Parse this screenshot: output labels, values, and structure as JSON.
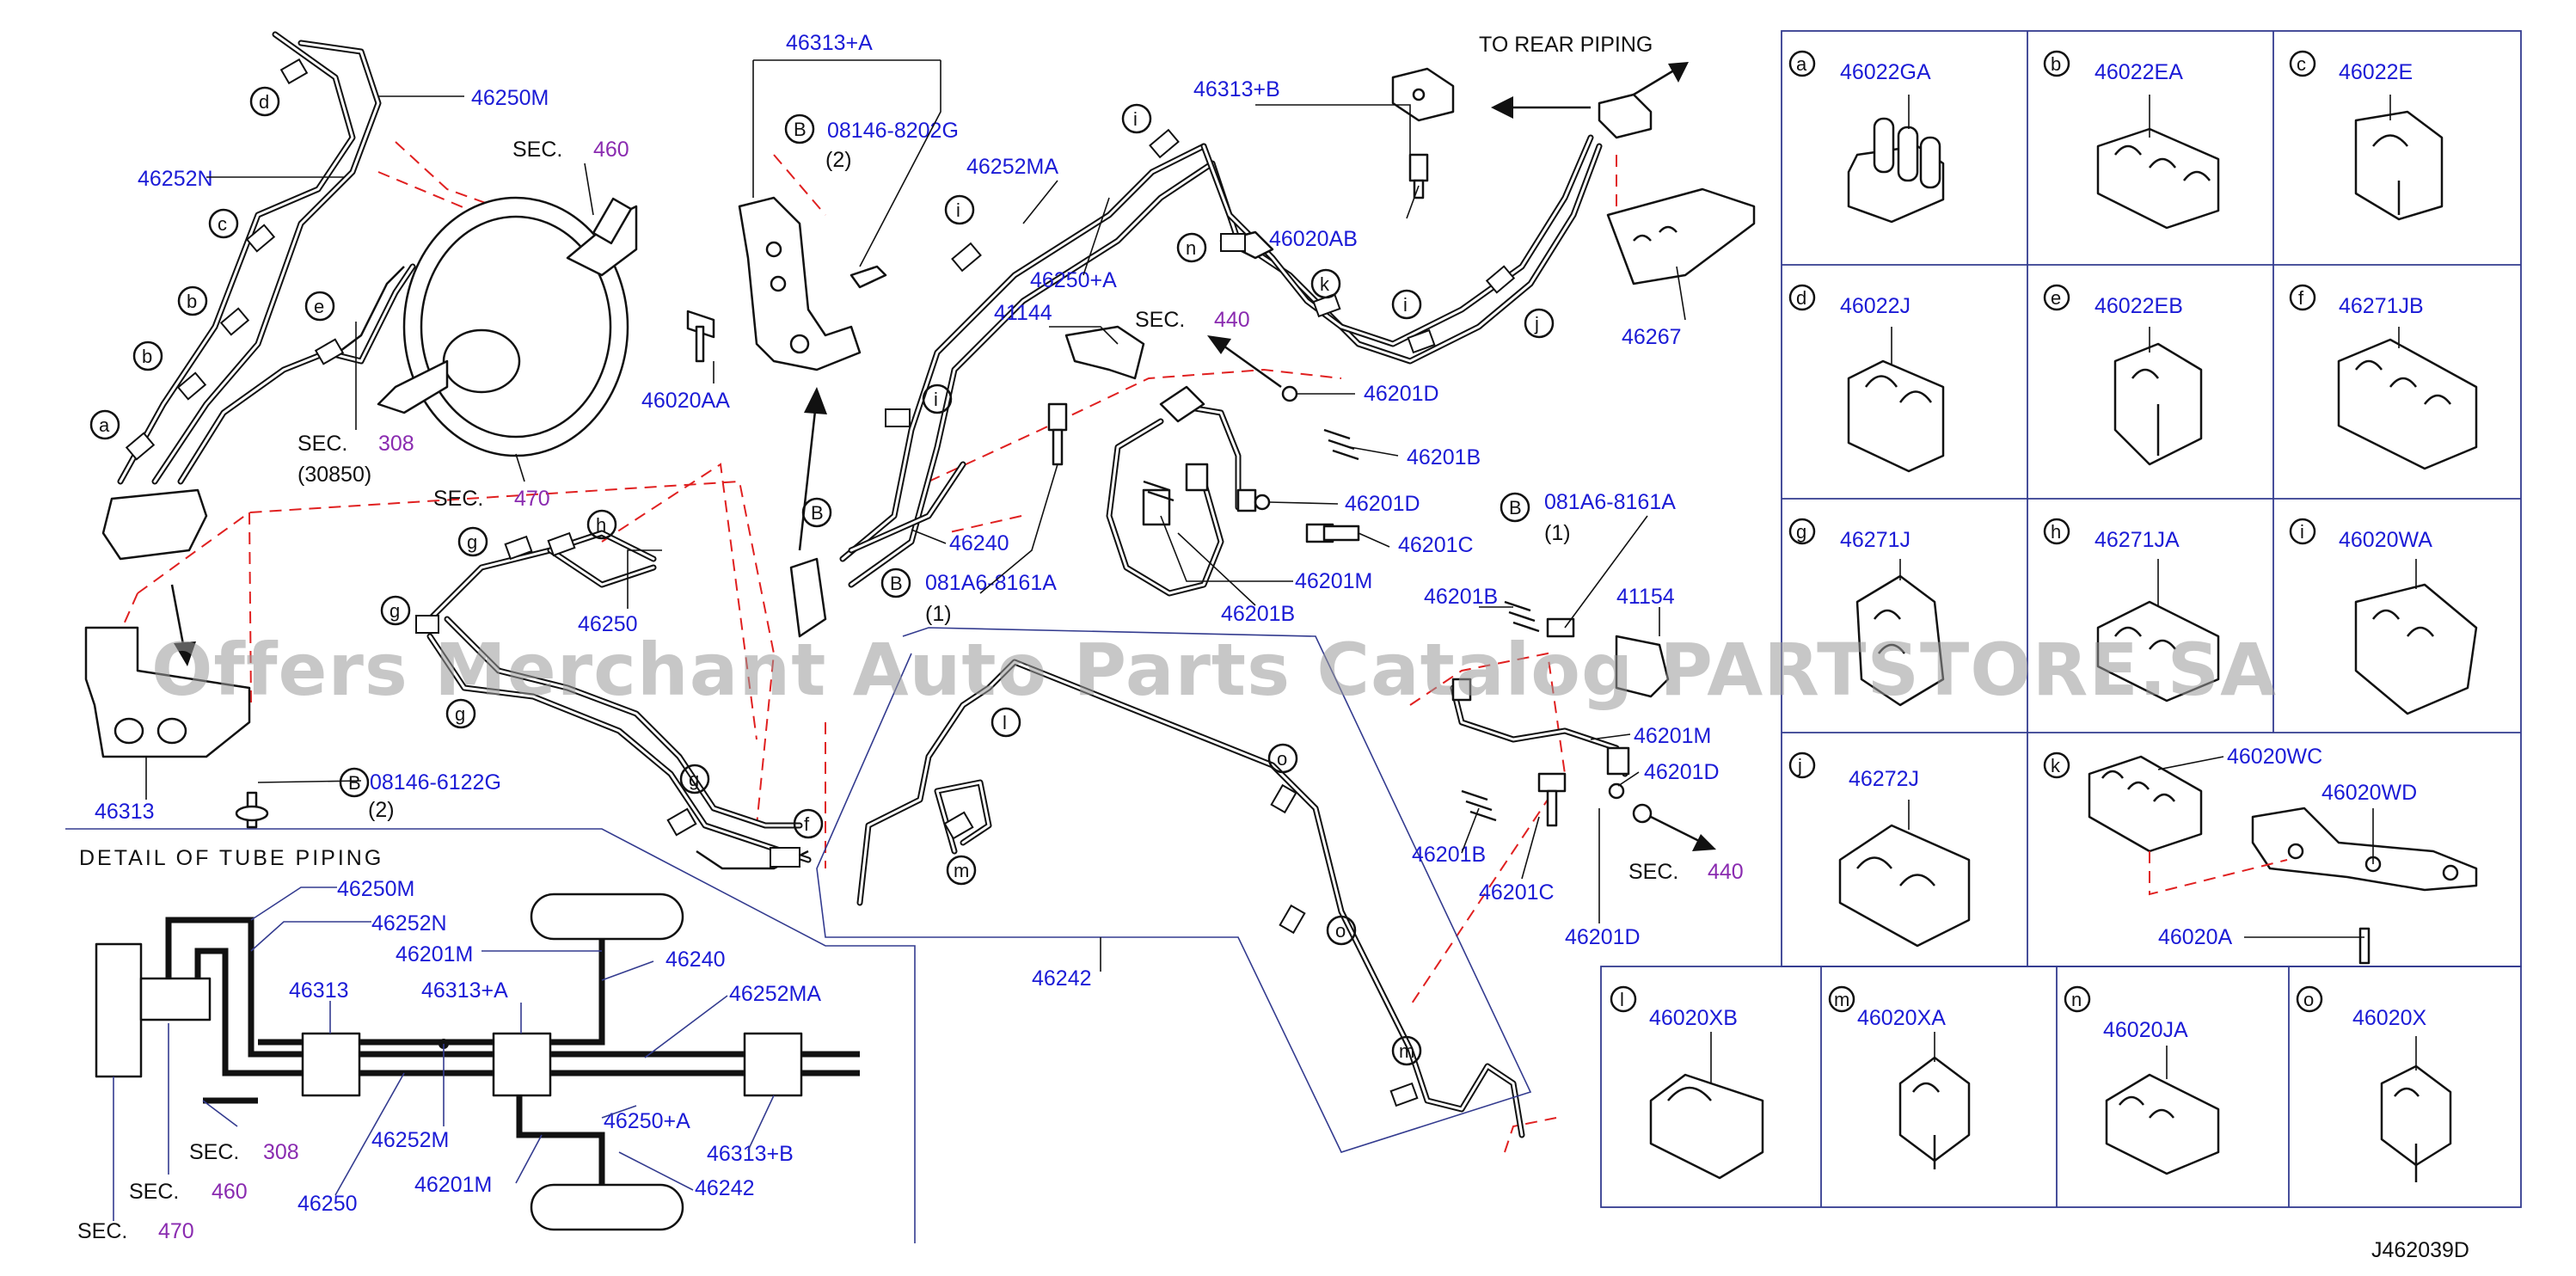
{
  "header": {
    "to_rear_piping": "TO   REAR   PIPING",
    "detail_title": "DETAIL   OF   TUBE   PIPING",
    "diagram_code": "J462039D"
  },
  "watermark": "Offers Merchant Auto Parts Catalog PARTSTORE.SA",
  "callouts": {
    "a": "a",
    "b": "b",
    "c": "c",
    "d": "d",
    "e": "e",
    "f": "f",
    "g": "g",
    "h": "h",
    "i": "i",
    "j": "j",
    "k": "k",
    "l": "l",
    "m": "m",
    "n": "n",
    "o": "o",
    "B": "B"
  },
  "main_labels": {
    "p46250M": "46250M",
    "p46252N": "46252N",
    "sec": "SEC.",
    "n460": "460",
    "n308": "308",
    "n30850": "(30850)",
    "n470": "470",
    "n440": "440",
    "p46313": "46313",
    "p08146_6122G": "08146-6122G",
    "qty2": "(2)",
    "qty1": "(1)",
    "p46250_frag": "46250",
    "p46250": "46250",
    "p46313A": "46313+A",
    "p08146_8202G": "08146-8202G",
    "p46020AA": "46020AA",
    "p46252MA": "46252MA",
    "p46250A": "46250+A",
    "p46240": "46240",
    "p081A6_8161A": "081A6-8161A",
    "p41144": "41144",
    "p46201D": "46201D",
    "p46201B": "46201B",
    "p46201C": "46201C",
    "p46201M": "46201M",
    "p46313B": "46313+B",
    "p46020AB": "46020AB",
    "p46267": "46267",
    "p41154": "41154",
    "p46242": "46242"
  },
  "detail_labels": {
    "d46250M": "46250M",
    "d46252N": "46252N",
    "d46201M": "46201M",
    "d46240": "46240",
    "d46313": "46313",
    "d46313A": "46313+A",
    "d46252MA": "46252MA",
    "d46250A": "46250+A",
    "d46313B": "46313+B",
    "d46252M": "46252M",
    "d46250": "46250",
    "d46201M_b": "46201M",
    "d46242": "46242",
    "sec": "SEC.",
    "n308": "308",
    "n460": "460",
    "n470": "470"
  },
  "legend": [
    {
      "letter": "a",
      "part": "46022GA"
    },
    {
      "letter": "b",
      "part": "46022EA"
    },
    {
      "letter": "c",
      "part": "46022E"
    },
    {
      "letter": "d",
      "part": "46022J"
    },
    {
      "letter": "e",
      "part": "46022EB"
    },
    {
      "letter": "f",
      "part": "46271JB"
    },
    {
      "letter": "g",
      "part": "46271J"
    },
    {
      "letter": "h",
      "part": "46271JA"
    },
    {
      "letter": "i",
      "part": "46020WA"
    },
    {
      "letter": "j",
      "part": "46272J"
    },
    {
      "letter": "k",
      "part": "46020WC"
    },
    {
      "letter": "k2",
      "part": "46020WD"
    },
    {
      "letter": "k3",
      "part": "46020A"
    },
    {
      "letter": "l",
      "part": "46020XB"
    },
    {
      "letter": "m",
      "part": "46020XA"
    },
    {
      "letter": "n",
      "part": "46020JA"
    },
    {
      "letter": "o",
      "part": "46020X"
    }
  ],
  "colors": {
    "part_number": "#1b1bd6",
    "section_number": "#8a2bb0",
    "phantom_line": "#e02020",
    "grid": "#333b8f"
  }
}
